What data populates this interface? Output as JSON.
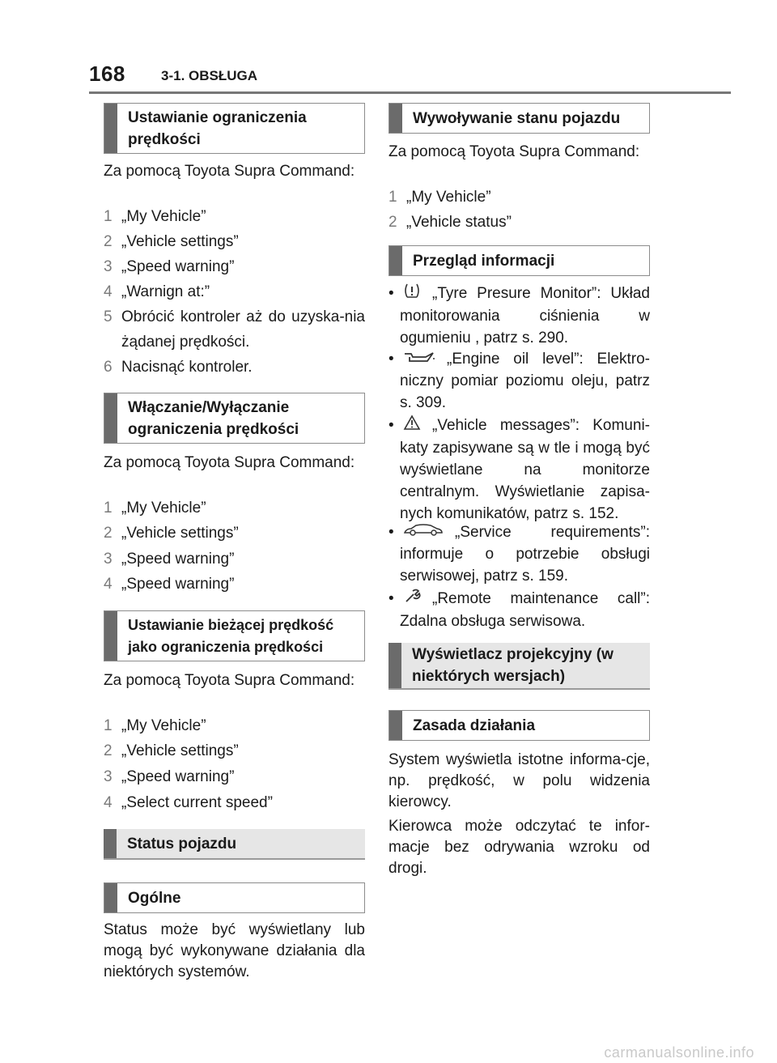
{
  "header": {
    "page_number": "168",
    "chapter": "3-1. OBSŁUGA"
  },
  "left": {
    "section1": {
      "title": "Ustawianie ograniczenia prędkości",
      "intro": "Za pomocą Toyota Supra Command:",
      "steps": [
        {
          "n": "1",
          "text": "„My Vehicle”"
        },
        {
          "n": "2",
          "text": "„Vehicle settings”"
        },
        {
          "n": "3",
          "text": "„Speed warning”"
        },
        {
          "n": "4",
          "text": "„Warnign at:”"
        },
        {
          "n": "5",
          "text": "Obrócić kontroler aż do uzyska-nia żądanej prędkości."
        },
        {
          "n": "6",
          "text": "Nacisnąć kontroler."
        }
      ]
    },
    "section2": {
      "title": "Włączanie/Wyłączanie ograniczenia prędkości",
      "intro": "Za pomocą Toyota Supra Command:",
      "steps": [
        {
          "n": "1",
          "text": "„My Vehicle”"
        },
        {
          "n": "2",
          "text": "„Vehicle settings”"
        },
        {
          "n": "3",
          "text": "„Speed warning”"
        },
        {
          "n": "4",
          "text": "„Speed warning”"
        }
      ]
    },
    "section3": {
      "title": "Ustawianie bieżącej prędkość jako ograniczenia prędkości",
      "intro": "Za pomocą Toyota Supra Command:",
      "steps": [
        {
          "n": "1",
          "text": "„My Vehicle”"
        },
        {
          "n": "2",
          "text": "„Vehicle settings”"
        },
        {
          "n": "3",
          "text": "„Speed warning”"
        },
        {
          "n": "4",
          "text": "„Select current speed”"
        }
      ]
    },
    "section4": {
      "title": "Status pojazdu"
    },
    "section5": {
      "title": "Ogólne",
      "body": "Status może być wyświetlany lub mogą być wykonywane działania dla niektórych systemów."
    }
  },
  "right": {
    "section1": {
      "title": "Wywoływanie stanu pojazdu",
      "intro": "Za pomocą Toyota Supra Command:",
      "steps": [
        {
          "n": "1",
          "text": "„My Vehicle”"
        },
        {
          "n": "2",
          "text": "„Vehicle status”"
        }
      ]
    },
    "section2": {
      "title": "Przegląd informacji",
      "bullets": [
        {
          "icon": "tyre-pressure-icon",
          "text": "„Tyre Presure Monitor”: Układ monitorowania ciśnienia w ogumieniu , patrz s. 290."
        },
        {
          "icon": "oil-can-icon",
          "text": "„Engine oil level”: Elektro-niczny pomiar poziomu oleju, patrz s. 309."
        },
        {
          "icon": "warning-triangle-icon",
          "text": "„Vehicle messages”: Komuni-katy zapisywane są w tle i mogą być wyświetlane na monitorze centralnym. Wyświetlanie zapisa-nych komunikatów, patrz s. 152."
        },
        {
          "icon": "car-icon",
          "text": "„Service requirements”: informuje o potrzebie obsługi serwisowej, patrz s. 159."
        },
        {
          "icon": "wrench-icon",
          "text": "„Remote maintenance call”: Zdalna obsługa serwisowa."
        }
      ]
    },
    "section3": {
      "title": "Wyświetlacz projekcyjny (w niektórych wersjach)"
    },
    "section4": {
      "title": "Zasada działania",
      "paragraphs": [
        "System wyświetla istotne informa-cje, np. prędkość, w polu widzenia kierowcy.",
        "Kierowca może odczytać te infor-macje bez odrywania wzroku od drogi."
      ]
    }
  },
  "watermark": "carmanualsonline.info"
}
